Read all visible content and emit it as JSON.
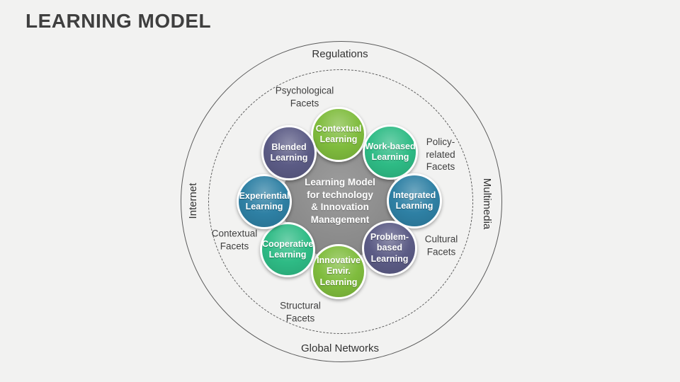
{
  "slide": {
    "title": "LEARNING MODEL",
    "background_color": "#f2f2f1"
  },
  "outer_ring": {
    "top": "Regulations",
    "right": "Multimedia",
    "bottom": "Global Networks",
    "left": "Internet"
  },
  "facet_ring": {
    "top_left": "Psychological Facets",
    "right": "Policy-related Facets",
    "bottom_right": "Cultural Facets",
    "bottom": "Structural Facets",
    "left": "Contextual Facets"
  },
  "center": {
    "lines": [
      "Learning Model",
      "for technology",
      "& Innovation",
      "Management"
    ],
    "color": "#8c8c8c"
  },
  "nodes": [
    {
      "label": "Contextual Learning",
      "position": "top",
      "color": "#7fbc3d"
    },
    {
      "label": "Work-based Learning",
      "position": "top-right",
      "color": "#2ebb85"
    },
    {
      "label": "Integrated Learning",
      "position": "right",
      "color": "#2e80a4"
    },
    {
      "label": "Problem-based Learning",
      "position": "bottom-right",
      "color": "#5b5b85"
    },
    {
      "label": "Innovative Envir. Learning",
      "position": "bottom",
      "color": "#7fbc3d"
    },
    {
      "label": "Cooperative Learning",
      "position": "bottom-left",
      "color": "#2ebb85"
    },
    {
      "label": "Experiential Learning",
      "position": "left",
      "color": "#2e80a4"
    },
    {
      "label": "Blended Learning",
      "position": "top-left",
      "color": "#5b5b85"
    }
  ]
}
